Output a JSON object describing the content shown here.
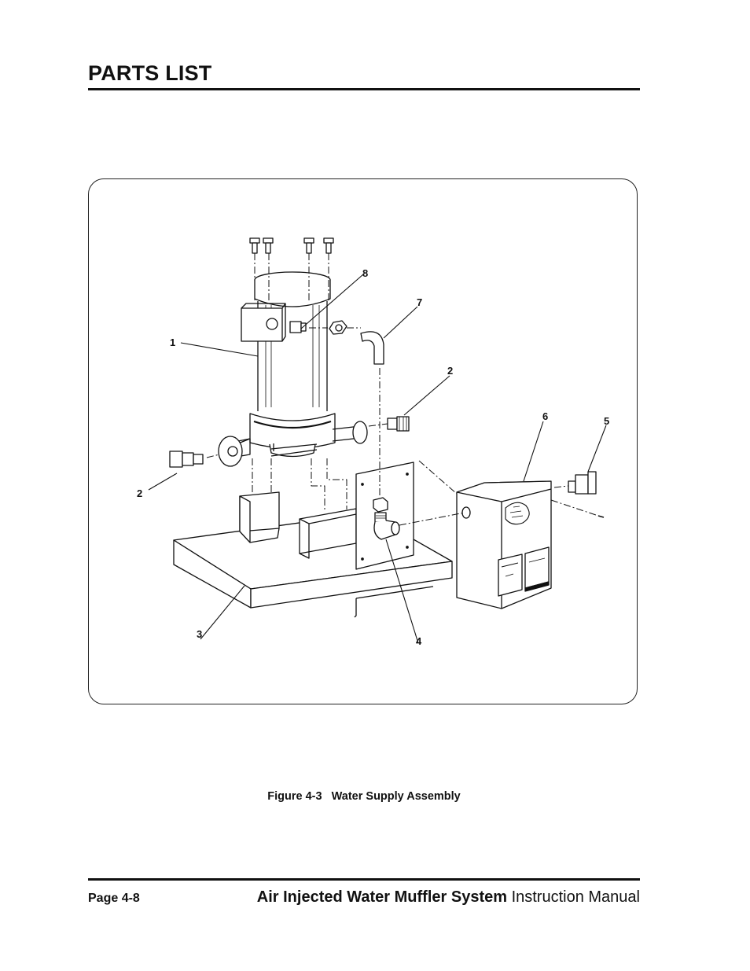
{
  "header": {
    "title": "PARTS LIST"
  },
  "figure": {
    "callouts": {
      "c1": "1",
      "c2a": "2",
      "c2b": "2",
      "c3": "3",
      "c4": "4",
      "c5": "5",
      "c6": "6",
      "c7": "7",
      "c8": "8"
    },
    "caption": "Figure 4-3   Water Supply Assembly"
  },
  "footer": {
    "page_number": "Page 4-8",
    "manual_title_bold": "Air Injected Water Muffler System",
    "manual_title_rest": " Instruction Manual"
  }
}
